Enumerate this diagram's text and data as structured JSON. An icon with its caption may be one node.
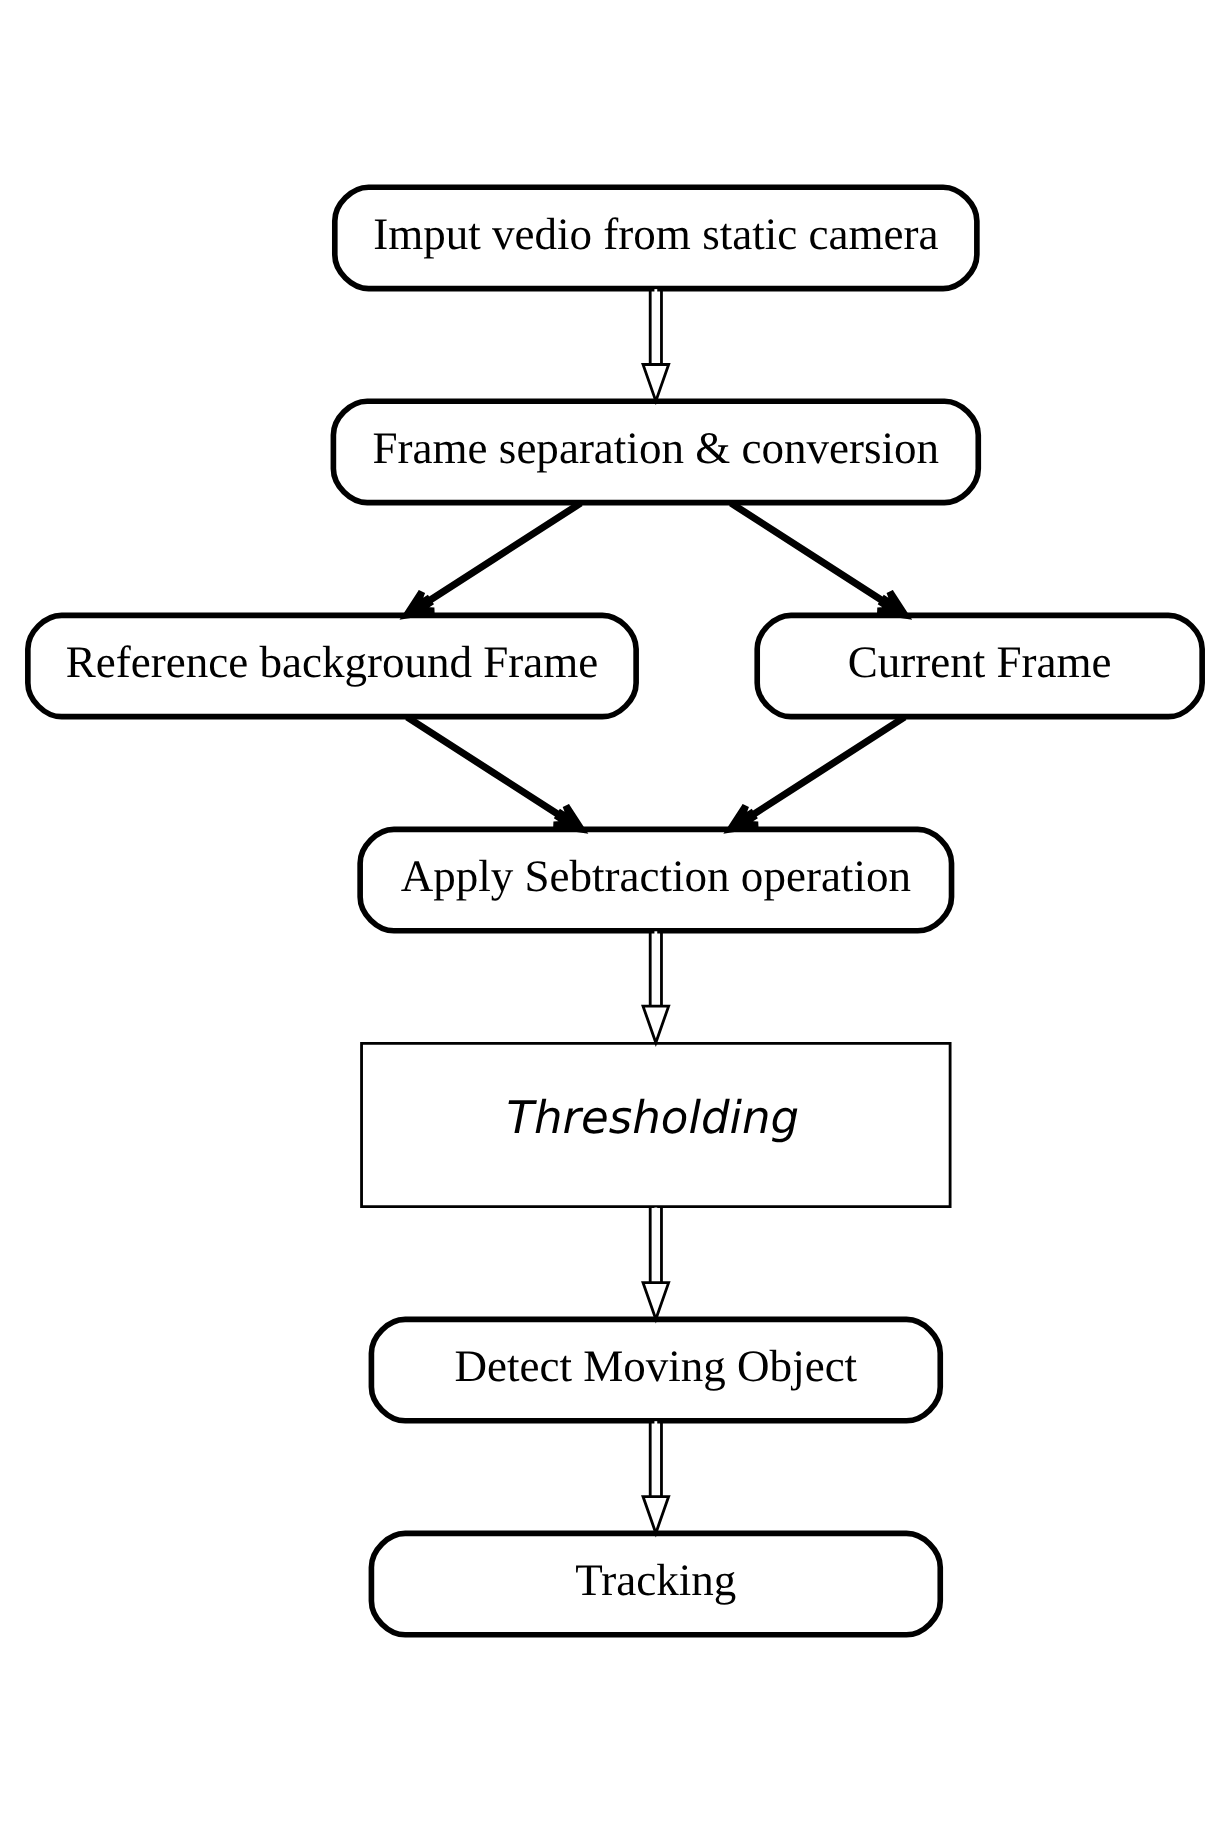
{
  "diagram": {
    "nodes": [
      {
        "text": [
          "Imput vedio from static camera"
        ]
      },
      {
        "text": [
          "Frame separation & conversion"
        ]
      },
      {
        "text": [
          "Reference background Frame"
        ]
      },
      {
        "text": [
          "Current Frame"
        ]
      },
      {
        "text": [
          "Apply Sebtraction operation"
        ]
      },
      {
        "text": [
          "Thresholding"
        ]
      },
      {
        "text": [
          "Detect Moving Object"
        ]
      },
      {
        "text": [
          "Tracking"
        ]
      }
    ],
    "edges": [
      {
        "from": 0,
        "to": 1,
        "arrow": "to"
      },
      {
        "from": 1,
        "to": 2,
        "arrow": "to",
        "style": "thick"
      },
      {
        "from": 1,
        "to": 3,
        "arrow": "to",
        "style": "thick"
      },
      {
        "from": 2,
        "to": 4,
        "arrow": "to",
        "style": "thick"
      },
      {
        "from": 3,
        "to": 4,
        "arrow": "to",
        "style": "thick"
      },
      {
        "from": 4,
        "to": 5,
        "arrow": "to"
      },
      {
        "from": 5,
        "to": 6,
        "arrow": "to"
      },
      {
        "from": 6,
        "to": 7,
        "arrow": "to"
      }
    ]
  }
}
